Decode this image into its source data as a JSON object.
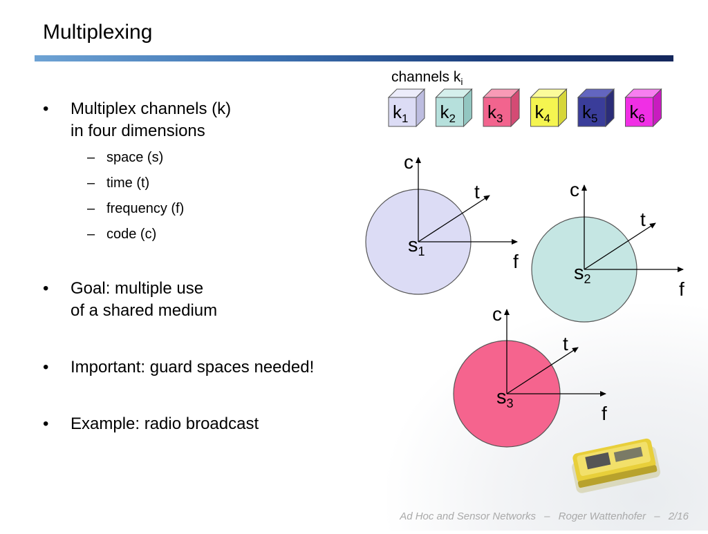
{
  "slide": {
    "title": "Multiplexing"
  },
  "bullets": [
    {
      "line1": "Multiplex channels (k)",
      "line2": "in four dimensions",
      "sub": [
        "space (s)",
        "time (t)",
        "frequency (f)",
        "code (c)"
      ]
    },
    {
      "line1": "Goal: multiple use",
      "line2": "of a shared medium"
    },
    {
      "line1": "Important: guard spaces needed!"
    },
    {
      "line1": "Example: radio broadcast"
    }
  ],
  "bullet_symbol": "•",
  "dash_symbol": "–",
  "channels": {
    "label": "channels k",
    "label_sub": "i",
    "items": [
      {
        "name": "k",
        "sub": "1",
        "front": "#dcdcf5",
        "top": "#ececfa",
        "side": "#bdbde0"
      },
      {
        "name": "k",
        "sub": "2",
        "front": "#b6e0dc",
        "top": "#d5efec",
        "side": "#93c6c1"
      },
      {
        "name": "k",
        "sub": "3",
        "front": "#f2648e",
        "top": "#f89ab6",
        "side": "#d44b74"
      },
      {
        "name": "k",
        "sub": "4",
        "front": "#f5f550",
        "top": "#fbfb9a",
        "side": "#d6d63a"
      },
      {
        "name": "k",
        "sub": "5",
        "front": "#3a3d9a",
        "top": "#6366c0",
        "side": "#2b2d78"
      },
      {
        "name": "k",
        "sub": "6",
        "front": "#f02fe5",
        "top": "#f77ef0",
        "side": "#c81cbf"
      }
    ]
  },
  "diagrams": [
    {
      "s": "s",
      "sub": "1",
      "color": "#dcdcf5",
      "c": "c",
      "t": "t",
      "f": "f"
    },
    {
      "s": "s",
      "sub": "2",
      "color": "#c5e6e3",
      "c": "c",
      "t": "t",
      "f": "f"
    },
    {
      "s": "s",
      "sub": "3",
      "color": "#f5648e",
      "c": "c",
      "t": "t",
      "f": "f"
    }
  ],
  "footer": {
    "course": "Ad Hoc and Sensor Networks",
    "sep": "–",
    "author": "Roger Wattenhofer",
    "page": "2/16"
  }
}
